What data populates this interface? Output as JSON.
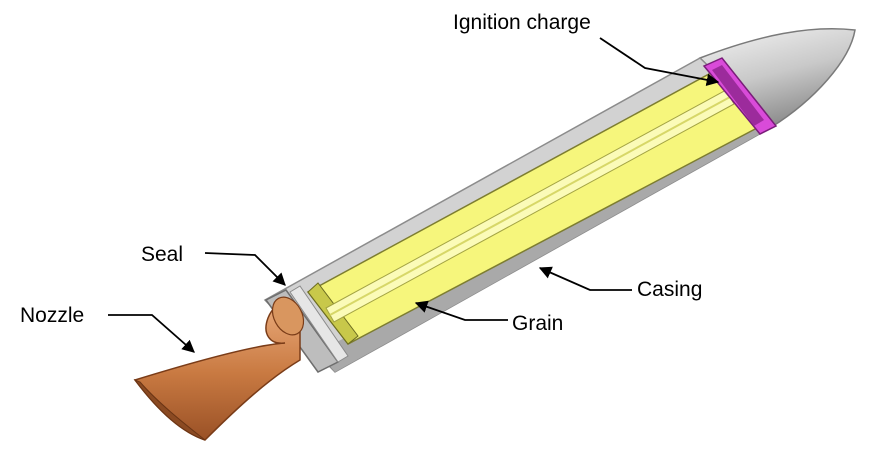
{
  "labels": {
    "ignition_charge": "Ignition charge",
    "seal": "Seal",
    "nozzle": "Nozzle",
    "casing": "Casing",
    "grain": "Grain"
  },
  "colors": {
    "casing": "#c8c8c8",
    "casing_dark": "#9a9a9a",
    "grain": "#f7f77a",
    "grain_dark": "#c9c94a",
    "grain_light": "#fbfbb8",
    "ignition_charge": "#d64bd6",
    "ignition_charge_dark": "#8a208a",
    "nozzle": "#d08650",
    "nozzle_dark": "#8f4a1e",
    "nose": "#b5b5b5",
    "nose_light": "#f2f2f2",
    "leader": "#000000"
  }
}
